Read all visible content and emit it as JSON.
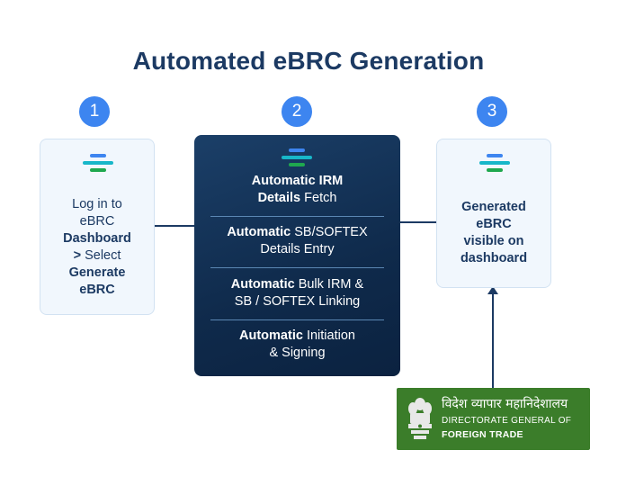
{
  "title": "Automated eBRC Generation",
  "steps": [
    {
      "number": "1"
    },
    {
      "number": "2"
    },
    {
      "number": "3"
    }
  ],
  "card1": {
    "line1": "Log in to",
    "line2": "eBRC",
    "line3_bold": "Dashboard",
    "line4_bold": ">",
    "line4_rest": " Select",
    "line5_bold": "Generate",
    "line6_bold": "eBRC"
  },
  "card2": {
    "rows": [
      {
        "bold": "Automatic IRM",
        "line2_bold": "Details",
        "line2_rest": " Fetch"
      },
      {
        "bold": "Automatic",
        "rest": " SB/SOFTEX",
        "line2_rest": "Details Entry"
      },
      {
        "bold": "Automatic",
        "rest": " Bulk IRM &",
        "line2_rest": "SB / SOFTEX Linking"
      },
      {
        "bold": "Automatic",
        "rest": " Initiation",
        "line2_rest": "& Signing"
      }
    ]
  },
  "card3": {
    "lines": [
      "Generated",
      "eBRC",
      "visible on",
      "dashboard"
    ]
  },
  "dgft": {
    "hindi": "विदेश व्यापार महानिदेशालय",
    "english_line1": "DIRECTORATE GENERAL OF",
    "english_line2": "FOREIGN TRADE"
  },
  "colors": {
    "title": "#1c3a63",
    "step_badge": "#3d85f0",
    "dark_card": "#0f2a4b",
    "light_card": "#f1f7fd",
    "dgft_green": "#3b7d2a"
  }
}
